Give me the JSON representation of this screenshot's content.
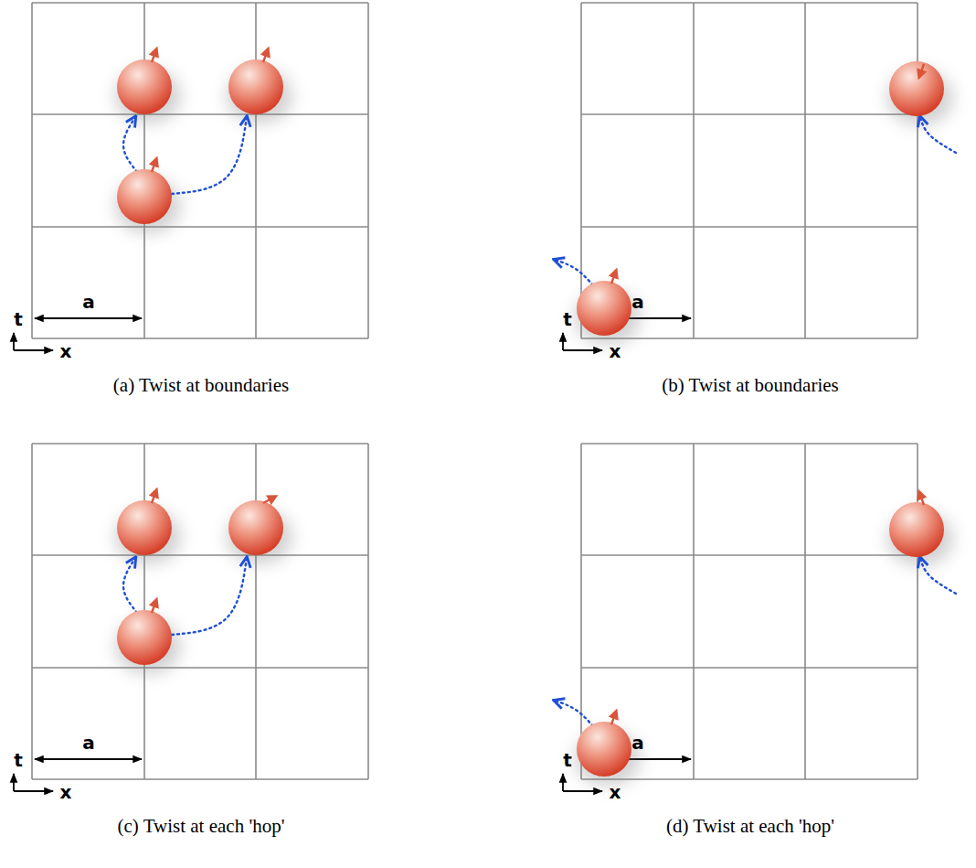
{
  "diagram": {
    "labels": [
      "t",
      "x",
      "a",
      "(a) Twist at boundaries",
      "t",
      "x",
      "a",
      "(b) Twist at boundaries",
      "t",
      "x",
      "a",
      "(c) Twist at each 'hop'",
      "t",
      "x",
      "a",
      "(d) Twist at each 'hop'"
    ]
  }
}
